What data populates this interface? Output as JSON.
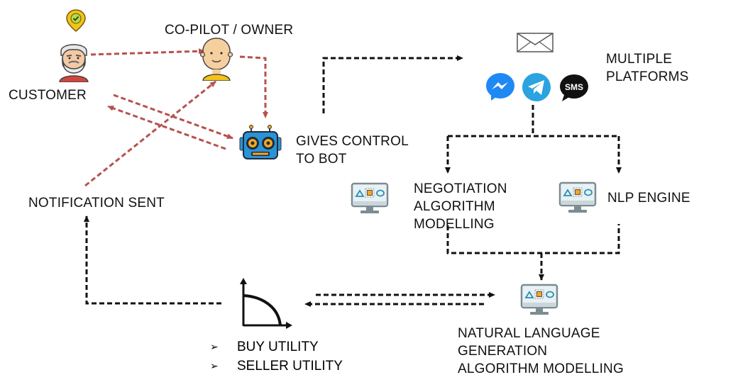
{
  "labels": {
    "customer": "CUSTOMER",
    "copilot": "CO-PILOT / OWNER",
    "gives_control": [
      "GIVES CONTROL",
      "TO BOT"
    ],
    "notification": "NOTIFICATION SENT",
    "platforms": [
      "MULTIPLE",
      "PLATFORMS"
    ],
    "negotiation": [
      "NEGOTIATION",
      "ALGORITHM",
      "MODELLING"
    ],
    "nlp": "NLP ENGINE",
    "nlg": [
      "NATURAL LANGUAGE",
      "GENERATION",
      "ALGORITHM MODELLING"
    ]
  },
  "bullets": [
    {
      "mark": "➢",
      "text": "BUY UTILITY"
    },
    {
      "mark": "➢",
      "text": "SELLER UTILITY"
    }
  ],
  "icons": {
    "sms_text": "SMS",
    "customer_avatar": "old-man-avatar-icon",
    "copilot_avatar": "bald-man-avatar-icon",
    "bot": "robot-icon",
    "email": "envelope-icon",
    "messenger": "messenger-icon",
    "telegram": "telegram-icon",
    "sms": "sms-icon",
    "monitor": "monitor-icon",
    "utility_chart": "utility-curve-icon",
    "badge": "location-badge-icon"
  },
  "colors": {
    "red_arrow": "#b5524e",
    "black_arrow": "#111111",
    "messenger": "#1e88f5",
    "telegram": "#2aa3e0",
    "monitor_screen": "#e8f1f3",
    "monitor_frame": "#7c8c92",
    "robot_body": "#2c92d6",
    "robot_gear": "#f5a623",
    "badge": "#f3c316"
  }
}
